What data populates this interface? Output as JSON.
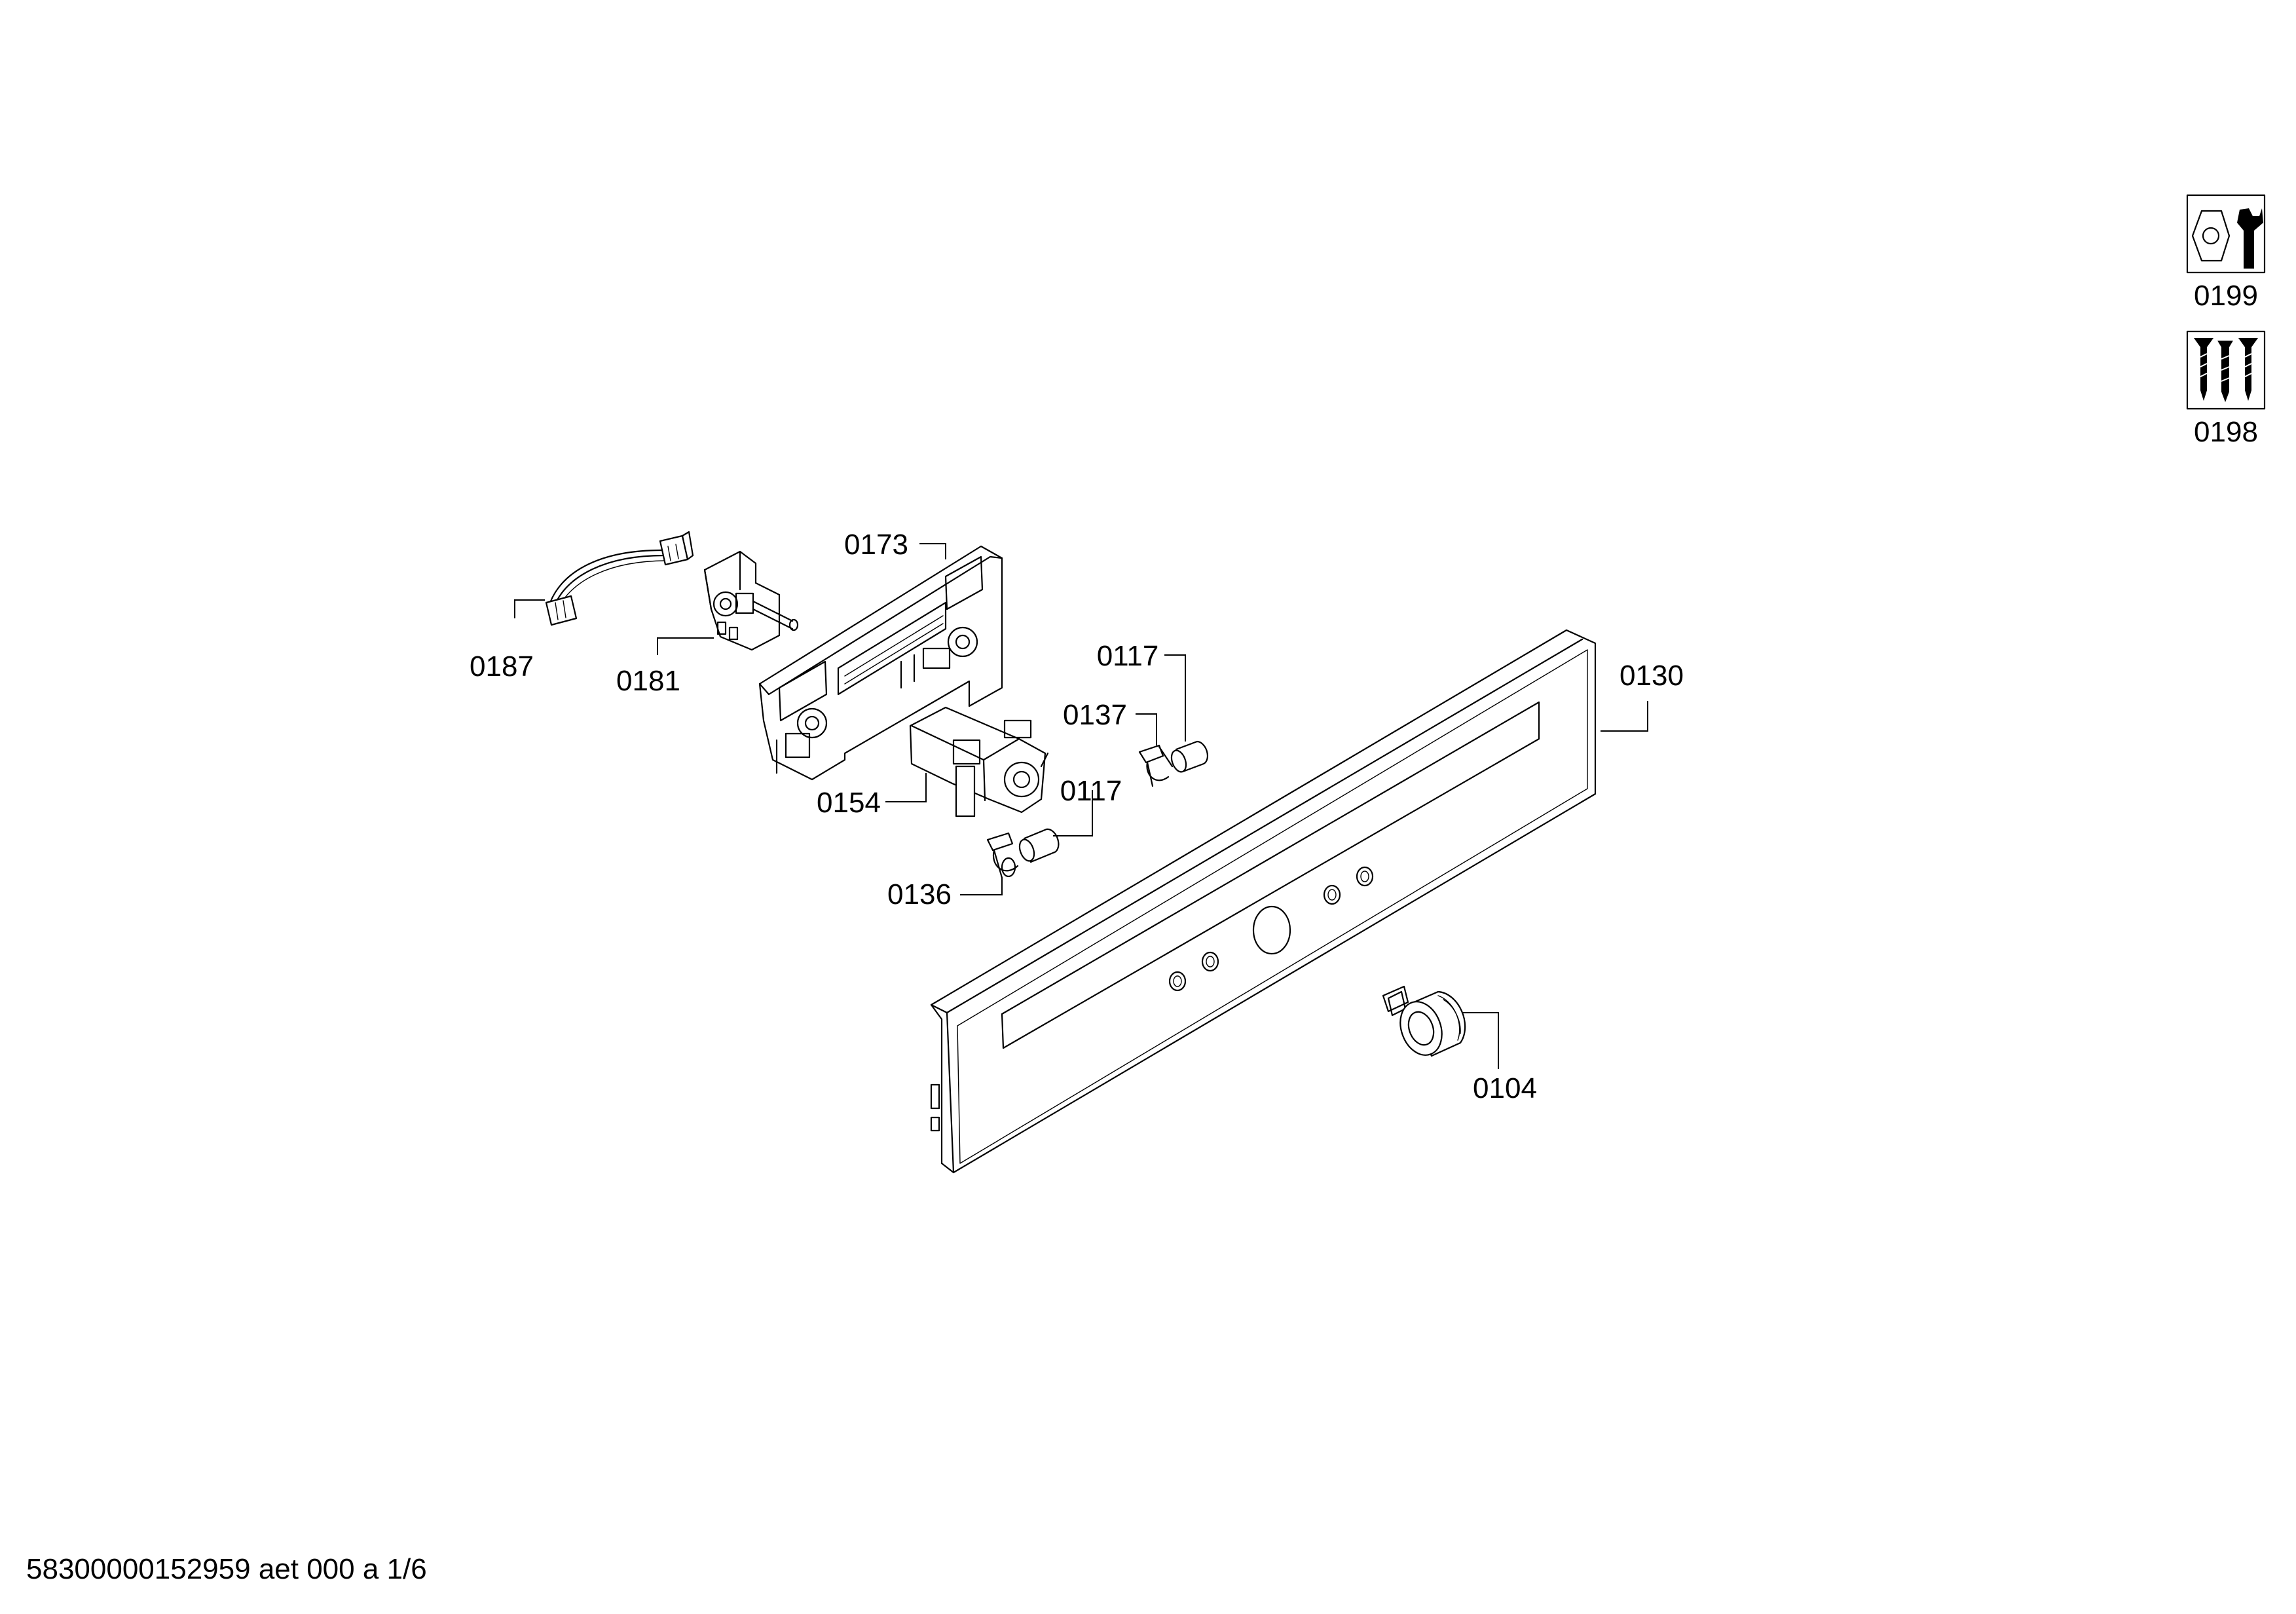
{
  "footer": {
    "document_id": "58300000152959 aet 000 a 1/6"
  },
  "parts": [
    {
      "id": "p0187",
      "label": "0187"
    },
    {
      "id": "p0181",
      "label": "0181"
    },
    {
      "id": "p0173",
      "label": "0173"
    },
    {
      "id": "p0154",
      "label": "0154"
    },
    {
      "id": "p0117a",
      "label": "0117"
    },
    {
      "id": "p0137",
      "label": "0137"
    },
    {
      "id": "p0117b",
      "label": "0117"
    },
    {
      "id": "p0136",
      "label": "0136"
    },
    {
      "id": "p0130",
      "label": "0130"
    },
    {
      "id": "p0104",
      "label": "0104"
    }
  ],
  "icons": [
    {
      "id": "i0199",
      "label": "0199",
      "icon": "nut-wrench-icon"
    },
    {
      "id": "i0198",
      "label": "0198",
      "icon": "screws-icon"
    }
  ]
}
